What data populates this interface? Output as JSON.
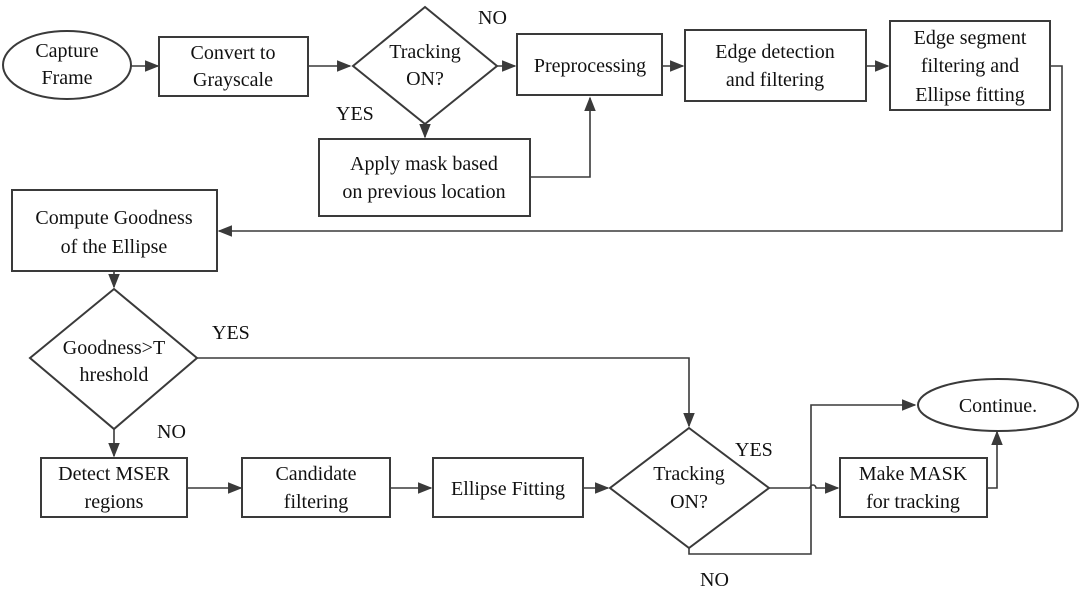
{
  "nodes": {
    "capture": [
      "Capture",
      "Frame"
    ],
    "gray": [
      "Convert to",
      "Grayscale"
    ],
    "tracking1": [
      "Tracking",
      "ON?"
    ],
    "pre": [
      "Preprocessing"
    ],
    "edge": [
      "Edge detection",
      "and filtering"
    ],
    "segment": [
      "Edge segment",
      "filtering and",
      "Ellipse fitting"
    ],
    "mask_prev": [
      "Apply mask based",
      "on previous location"
    ],
    "goodness": [
      "Compute Goodness",
      "of the Ellipse"
    ],
    "threshold": [
      "Goodness>T",
      "hreshold"
    ],
    "mser": [
      "Detect MSER",
      "regions"
    ],
    "candidate": [
      "Candidate",
      "filtering"
    ],
    "fitting": [
      "Ellipse Fitting"
    ],
    "tracking2": [
      "Tracking",
      "ON?"
    ],
    "makemask": [
      "Make MASK",
      "for tracking"
    ],
    "continue": [
      "Continue."
    ]
  },
  "edge_labels": {
    "t1_no": "NO",
    "t1_yes": "YES",
    "th_yes": "YES",
    "th_no": "NO",
    "t2_yes": "YES",
    "t2_no": "NO"
  }
}
